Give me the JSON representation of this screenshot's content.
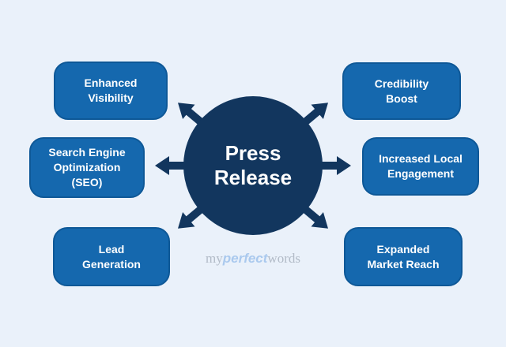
{
  "canvas": {
    "background_color": "#eaf1fa"
  },
  "diagram": {
    "center": {
      "label": "Press Release",
      "label_lines": [
        "Press",
        "Release"
      ],
      "fill_color": "#12365e",
      "text_color": "#ffffff"
    },
    "arrow_color": "#12365e",
    "node_style": {
      "fill_color": "#1568ae",
      "border_color": "#0e5897",
      "text_color": "#ffffff"
    },
    "nodes": {
      "left": [
        {
          "id": "enhanced-visibility",
          "label": "Enhanced Visibility",
          "lines": [
            "Enhanced",
            "Visibility"
          ]
        },
        {
          "id": "search-engine-optimization",
          "label": "Search Engine Optimization (SEO)",
          "lines": [
            "Search Engine",
            "Optimization",
            "(SEO)"
          ]
        },
        {
          "id": "lead-generation",
          "label": "Lead Generation",
          "lines": [
            "Lead",
            "Generation"
          ]
        }
      ],
      "right": [
        {
          "id": "credibility-boost",
          "label": "Credibility Boost",
          "lines": [
            "Credibility",
            "Boost"
          ]
        },
        {
          "id": "increased-local-engagement",
          "label": "Increased Local Engagement",
          "lines": [
            "Increased Local",
            "Engagement"
          ]
        },
        {
          "id": "expanded-market-reach",
          "label": "Expanded Market Reach",
          "lines": [
            "Expanded",
            "Market Reach"
          ]
        }
      ]
    }
  },
  "watermark": {
    "prefix": "my",
    "highlight": "perfect",
    "suffix": "words",
    "prefix_color": "#a9b2bf",
    "highlight_color": "#9fc3ec"
  }
}
